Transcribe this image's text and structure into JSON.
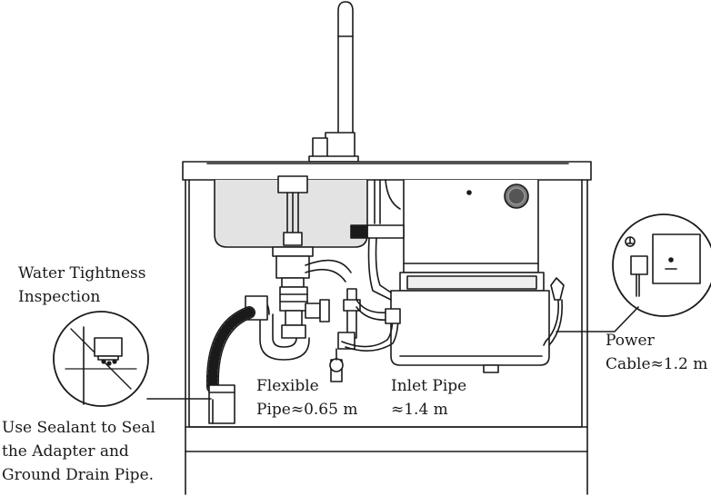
{
  "labels": {
    "water_tightness_line1": "Water Tightness",
    "water_tightness_line2": "Inspection",
    "sealant_line1": "Use Sealant to Seal",
    "sealant_line2": "the Adapter and",
    "sealant_line3": "Ground Drain Pipe.",
    "flexible_line1": "Flexible",
    "flexible_line2": "Pipe≈0.65 m",
    "inlet_line1": "Inlet Pipe",
    "inlet_line2": "≈1.4 m",
    "power_line1": "Power",
    "power_line2": "Cable≈1.2 m"
  },
  "colors": {
    "line": "#1a1a1a",
    "fill_light": "#f2f2f2",
    "fill_mid": "#d9d9d9",
    "fill_dark": "#bdbdbd"
  }
}
